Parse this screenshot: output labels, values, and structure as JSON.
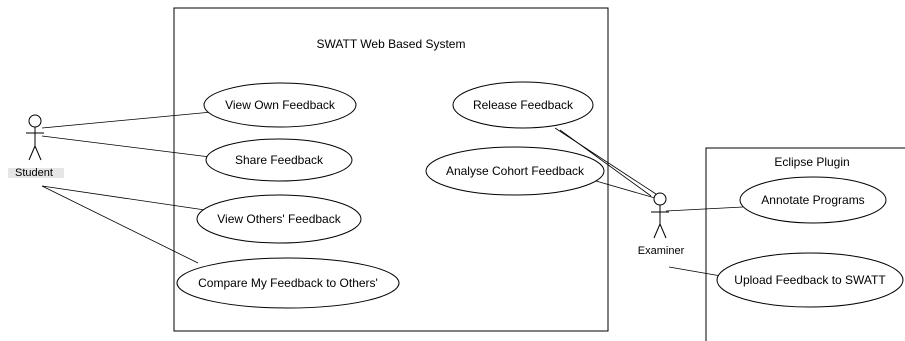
{
  "systems": [
    {
      "id": "web",
      "title": "SWATT Web Based System"
    },
    {
      "id": "eclipse",
      "title": "Eclipse Plugin"
    }
  ],
  "actors": [
    {
      "id": "student",
      "label": "Student"
    },
    {
      "id": "examiner",
      "label": "Examiner"
    }
  ],
  "use_cases": [
    {
      "id": "uc1",
      "label": "View Own Feedback"
    },
    {
      "id": "uc2",
      "label": "Share Feedback"
    },
    {
      "id": "uc3",
      "label": "View Others' Feedback"
    },
    {
      "id": "uc4",
      "label": "Compare My Feedback to Others'"
    },
    {
      "id": "uc5",
      "label": "Release Feedback"
    },
    {
      "id": "uc6",
      "label": "Analyse Cohort Feedback"
    },
    {
      "id": "uc7",
      "label": "Annotate Programs"
    },
    {
      "id": "uc8",
      "label": "Upload Feedback to SWATT"
    }
  ],
  "associations": [
    [
      "student",
      "uc1"
    ],
    [
      "student",
      "uc2"
    ],
    [
      "student",
      "uc3"
    ],
    [
      "student",
      "uc4"
    ],
    [
      "examiner",
      "uc5"
    ],
    [
      "examiner",
      "uc6"
    ],
    [
      "examiner",
      "uc7"
    ],
    [
      "examiner",
      "uc8"
    ]
  ],
  "colors": {
    "line": "#000000",
    "fill": "#ffffff"
  }
}
